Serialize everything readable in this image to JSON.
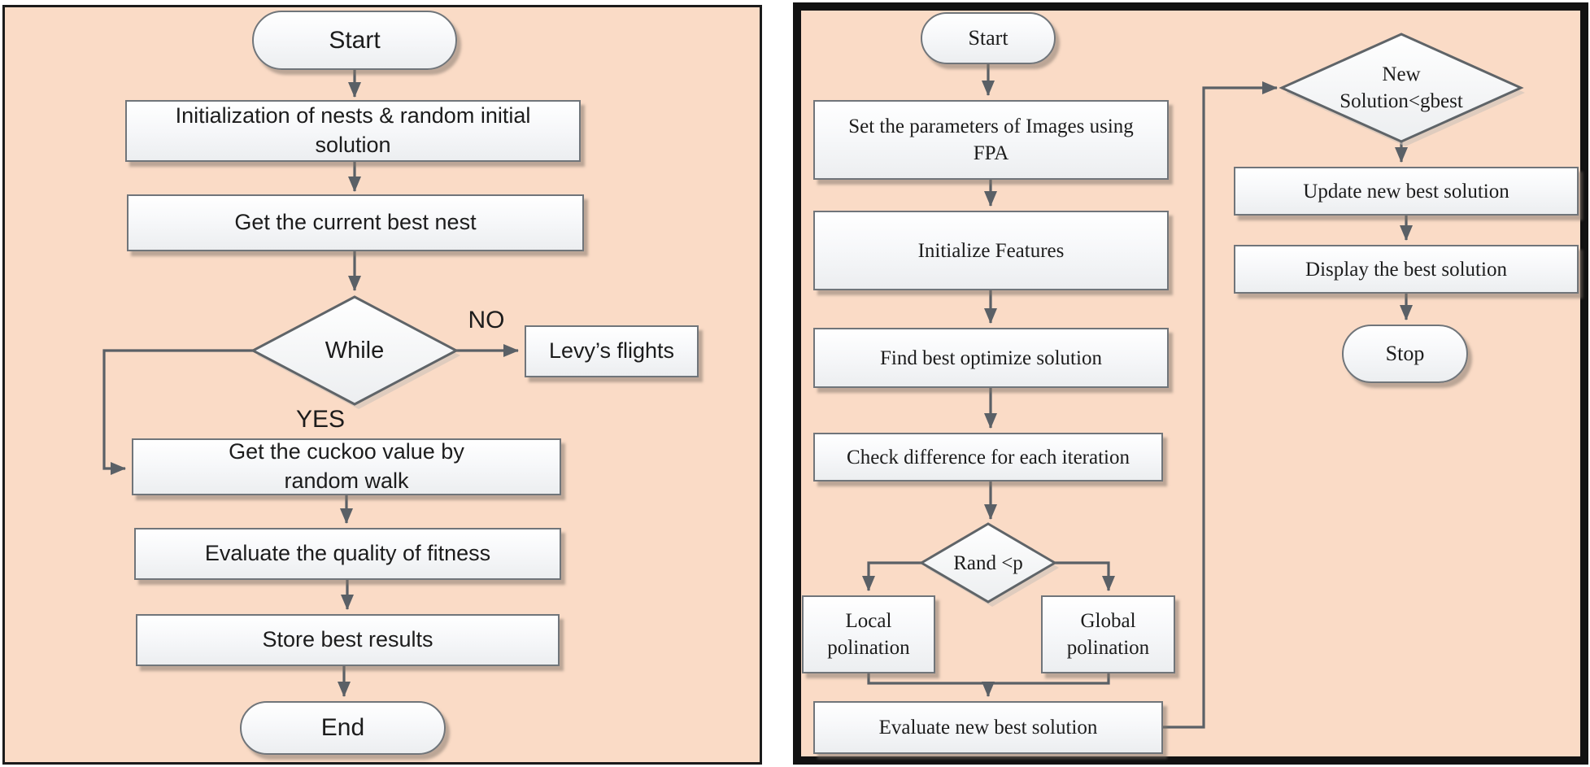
{
  "colors": {
    "panel_background": "#fadbc6",
    "panel_border": "#121212",
    "node_fill_top": "#ffffff",
    "node_fill_bottom": "#eceef0",
    "node_border": "#70757a",
    "connector": "#5a6066",
    "text": "#1c1c1c"
  },
  "left": {
    "nodes": {
      "start": "Start",
      "init": "Initialization of nests & random initial\nsolution",
      "best_nest": "Get the current best nest",
      "while_cond": "While",
      "levy": "Levy’s flights",
      "cuckoo": "Get the cuckoo value by\nrandom walk",
      "evaluate": "Evaluate the quality of fitness",
      "store": "Store best results",
      "end": "End"
    },
    "labels": {
      "no": "NO",
      "yes": "YES"
    }
  },
  "right": {
    "nodes": {
      "start": "Start",
      "set_params": "Set the parameters of Images using\nFPA",
      "init_features": "Initialize  Features",
      "find_best": "Find best optimize solution",
      "check_diff": "Check difference for each  iteration",
      "rand": "Rand <p",
      "local": "Local\npolination",
      "global": "Global\npolination",
      "evaluate": "Evaluate new best solution",
      "new_solution": "New\nSolution<gbest",
      "update": "Update new best solution",
      "display": "Display the best solution",
      "stop": "Stop"
    }
  }
}
